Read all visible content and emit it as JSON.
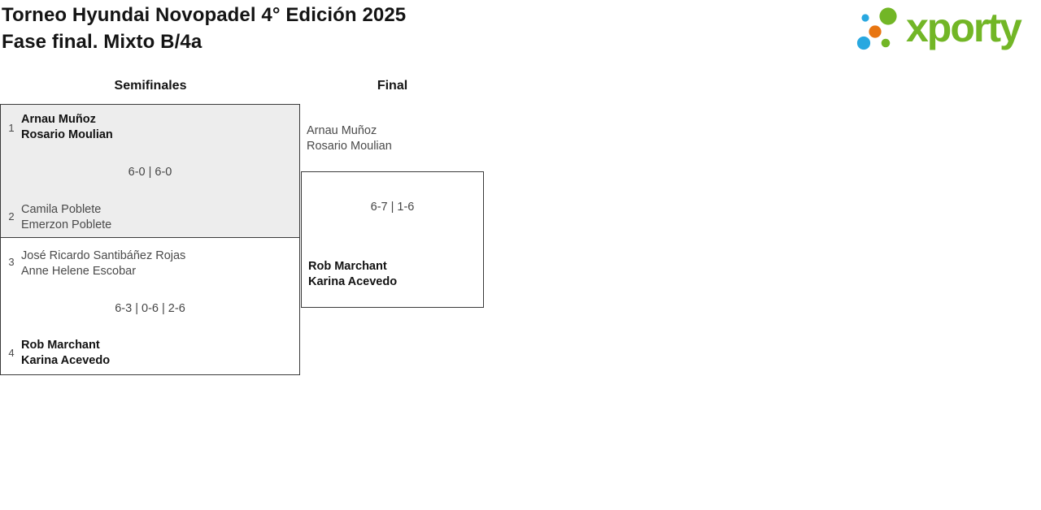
{
  "header": {
    "title_line1": "Torneo Hyundai Novopadel 4° Edición 2025",
    "title_line2": "Fase final. Mixto B/4a"
  },
  "logo": {
    "text": "xporty",
    "colors": {
      "green": "#72b626",
      "blue": "#29a8e0",
      "orange": "#e87511"
    }
  },
  "rounds": [
    {
      "label": "Semifinales"
    },
    {
      "label": "Final"
    }
  ],
  "matches": {
    "semifinal1": {
      "team1_seed": "1",
      "team1_player1": "Arnau Muñoz",
      "team1_player2": "Rosario Moulian",
      "score": "6-0 | 6-0",
      "team2_seed": "2",
      "team2_player1": "Camila Poblete",
      "team2_player2": "Emerzon Poblete"
    },
    "semifinal2": {
      "team1_seed": "3",
      "team1_player1": "José Ricardo Santibáñez Rojas",
      "team1_player2": "Anne Helene Escobar",
      "score": "6-3 | 0-6 | 2-6",
      "team2_seed": "4",
      "team2_player1": "Rob Marchant",
      "team2_player2": "Karina Acevedo"
    },
    "final": {
      "team1_player1": "Arnau Muñoz",
      "team1_player2": "Rosario Moulian",
      "score": "6-7 | 1-6",
      "team2_player1": "Rob Marchant",
      "team2_player2": "Karina Acevedo"
    }
  }
}
